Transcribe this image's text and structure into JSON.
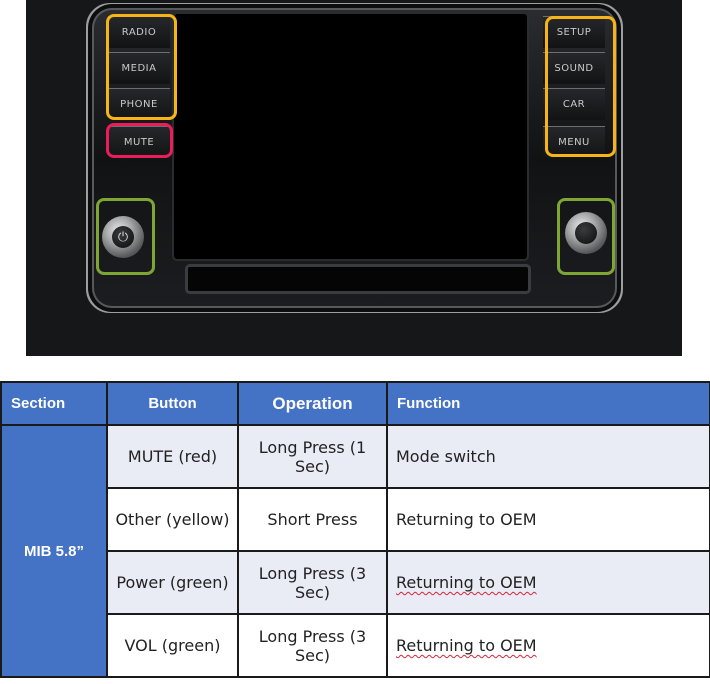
{
  "head_unit": {
    "left_buttons": [
      "RADIO",
      "MEDIA",
      "PHONE",
      "MUTE"
    ],
    "right_buttons": [
      "SETUP",
      "SOUND",
      "CAR",
      "MENU"
    ]
  },
  "table": {
    "headers": {
      "section": "Section",
      "button": "Button",
      "operation": "Operation",
      "function": "Function"
    },
    "section_label": "MIB 5.8”",
    "rows": [
      {
        "button": "MUTE (red)",
        "operation": "Long Press (1 Sec)",
        "function": "Mode switch"
      },
      {
        "button": "Other (yellow)",
        "operation": "Short Press",
        "function": "Returning to OEM"
      },
      {
        "button": "Power (green)",
        "operation": "Long Press (3 Sec)",
        "function": "Returning to OEM"
      },
      {
        "button": "VOL (green)",
        "operation": "Long Press (3 Sec)",
        "function": "Returning to OEM"
      }
    ]
  },
  "colors": {
    "header_blue": "#4472c4",
    "highlight_yellow": "#f6b417",
    "highlight_red": "#ea1d5a",
    "highlight_green": "#7fa534",
    "row_shade": "#e9ebf5"
  }
}
